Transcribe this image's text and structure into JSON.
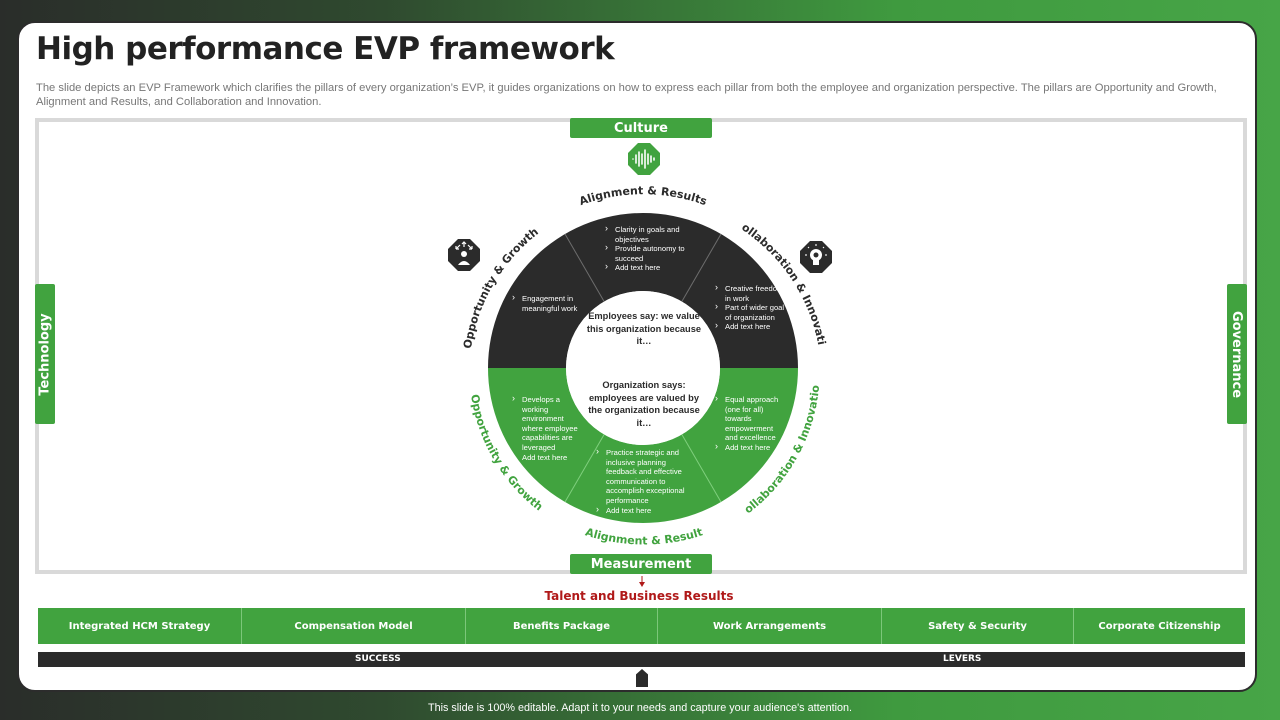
{
  "title": "High performance EVP framework",
  "description": "The slide depicts an EVP Framework which clarifies the pillars of every organization’s EVP, it guides organizations on how to express each pillar from both the employee and organization perspective. The pillars are Opportunity and Growth, Alignment and Results, and Collaboration and Innovation.",
  "frame": {
    "top": "Culture",
    "bottom": "Measurement",
    "left": "Technology",
    "right": "Governance"
  },
  "icons": {
    "top": "waveform-icon",
    "left": "growth-person-icon",
    "right": "idea-bulb-icon"
  },
  "wheel": {
    "labels": {
      "top_dark": "Alignment & Results",
      "left_dark": "Opportunity & Growth",
      "right_dark": "Collaboration & Innovation",
      "bottom_green": "Alignment & Result",
      "left_green": "Opportunity & Growth",
      "right_green": "Collaboration & Innovation"
    },
    "center_employee": "Employees say: we value this organization because it…",
    "center_org": "Organization says: employees are valued by the organization because it…",
    "dark_top_bullets": [
      "Clarity in goals and objectives",
      "Provide autonomy to succeed",
      "Add text here"
    ],
    "dark_left_bullets": [
      "Engagement in meaningful work"
    ],
    "dark_right_bullets": [
      "Creative freedom in work",
      "Part of wider goal of organization",
      "Add text here"
    ],
    "green_left_bullets": [
      "Develops a working environment where employee capabilities are leveraged",
      "Add text here"
    ],
    "green_bottom_bullets": [
      "Practice strategic and inclusive planning feedback and effective communication to accomplish exceptional performance",
      "Add text here"
    ],
    "green_right_bullets": [
      "Equal approach (one for all) towards empowerment and excellence",
      "Add text here"
    ]
  },
  "talent": "Talent and Business Results",
  "levers": [
    "Integrated HCM Strategy",
    "Compensation Model",
    "Benefits Package",
    "Work Arrangements",
    "Safety & Security",
    "Corporate Citizenship"
  ],
  "bar": {
    "left": "SUCCESS",
    "right": "LEVERS"
  },
  "footer": "This slide is 100% editable. Adapt it to your needs and capture your audience's attention.",
  "colors": {
    "green": "#41a33f",
    "dark": "#2b2b2b",
    "red": "#b01919"
  }
}
